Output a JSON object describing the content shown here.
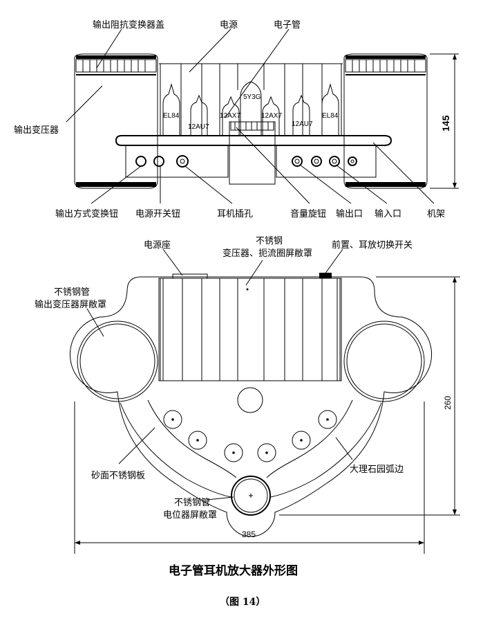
{
  "front_view": {
    "labels": {
      "transformer_cover": "输出阻抗变换器盖",
      "power": "电源",
      "tube": "电子管",
      "output_transformer": "输出变压器",
      "output_mode_knob": "输出方式变换钮",
      "power_switch": "电源开关钮",
      "headphone_jack": "耳机插孔",
      "volume_knob": "音量旋钮",
      "output_port": "输出口",
      "input_port": "输入口",
      "chassis": "机架"
    },
    "tubes": {
      "el84_left": "EL84",
      "u12au7_left": "12AU7",
      "ax7_left": "12AX7",
      "rect": "5Y3G",
      "ax7_right": "12AX7",
      "u12au7_right": "12AU7",
      "el84_right": "EL84"
    },
    "height_dim": "145"
  },
  "top_view": {
    "labels": {
      "power_socket": "电源座",
      "center_cover_l1": "不锈钢",
      "center_cover_l2": "变压器、扼流圈屏敝罩",
      "preamp_switch": "前置、耳放切换开关",
      "left_cover_l1": "不锈钢管",
      "left_cover_l2": "输出变压器屏敝罩",
      "sand_plate": "砂面不锈钢板",
      "marble_edge": "大理石园弧边",
      "pot_cover_l1": "不锈钢管",
      "pot_cover_l2": "电位器屏敝罩"
    },
    "width_dim": "385",
    "depth_dim": "260"
  },
  "caption": {
    "title": "电子管耳机放大器外形图",
    "figure": "（图 14）"
  }
}
